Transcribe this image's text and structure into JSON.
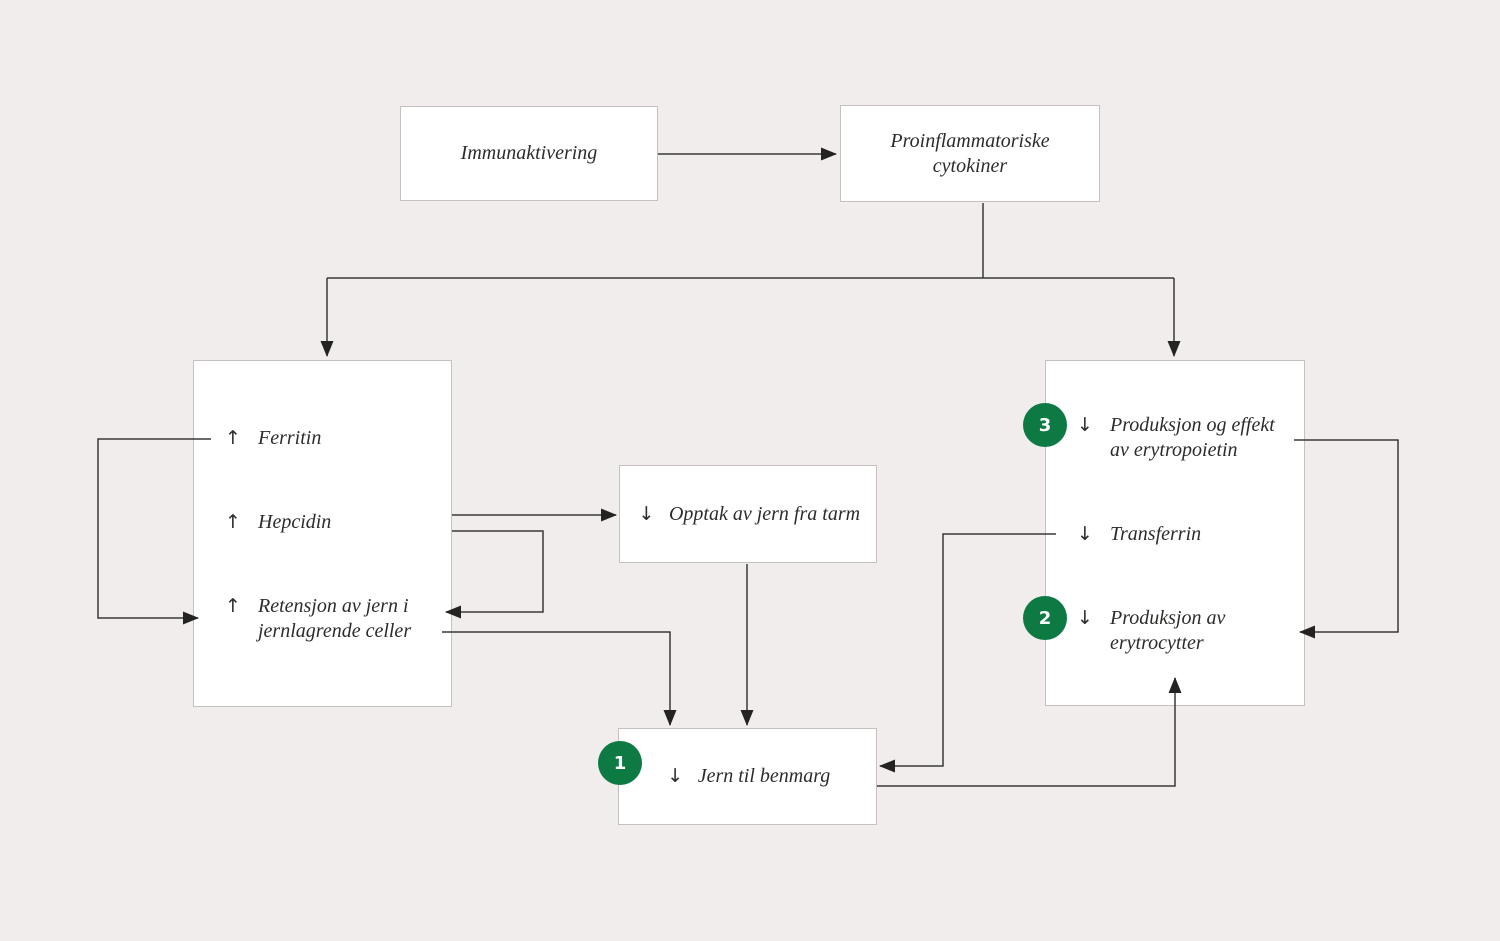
{
  "palette": {
    "background": "#f0edec",
    "box_fill": "#ffffff",
    "box_border": "#c6c1be",
    "connector_line": "#3a3938",
    "text": "#2d2c2a",
    "badge_green": "#0d7a44",
    "badge_text": "#ffffff"
  },
  "icons": {
    "increase": "↑",
    "decrease": "↓"
  },
  "nodes": {
    "immunaktivering": {
      "label": "Immunaktivering"
    },
    "cytokiner": {
      "label": "Proinflammatoriske\ncytokiner"
    },
    "left": {
      "items": [
        {
          "direction": "increase",
          "label": "Ferritin"
        },
        {
          "direction": "increase",
          "label": "Hepcidin"
        },
        {
          "direction": "increase",
          "label": "Retensjon av jern i\njernlagrende celler"
        }
      ]
    },
    "opptak": {
      "direction": "decrease",
      "label": "Opptak av jern fra tarm"
    },
    "right": {
      "items": [
        {
          "badge": "3",
          "direction": "decrease",
          "label": "Produksjon og effekt\nav erytropoietin"
        },
        {
          "direction": "decrease",
          "label": "Transferrin"
        },
        {
          "badge": "2",
          "direction": "decrease",
          "label": "Produksjon av\nerytrocytter"
        }
      ]
    },
    "benmarg": {
      "badge": "1",
      "direction": "decrease",
      "label": "Jern til benmarg"
    }
  }
}
